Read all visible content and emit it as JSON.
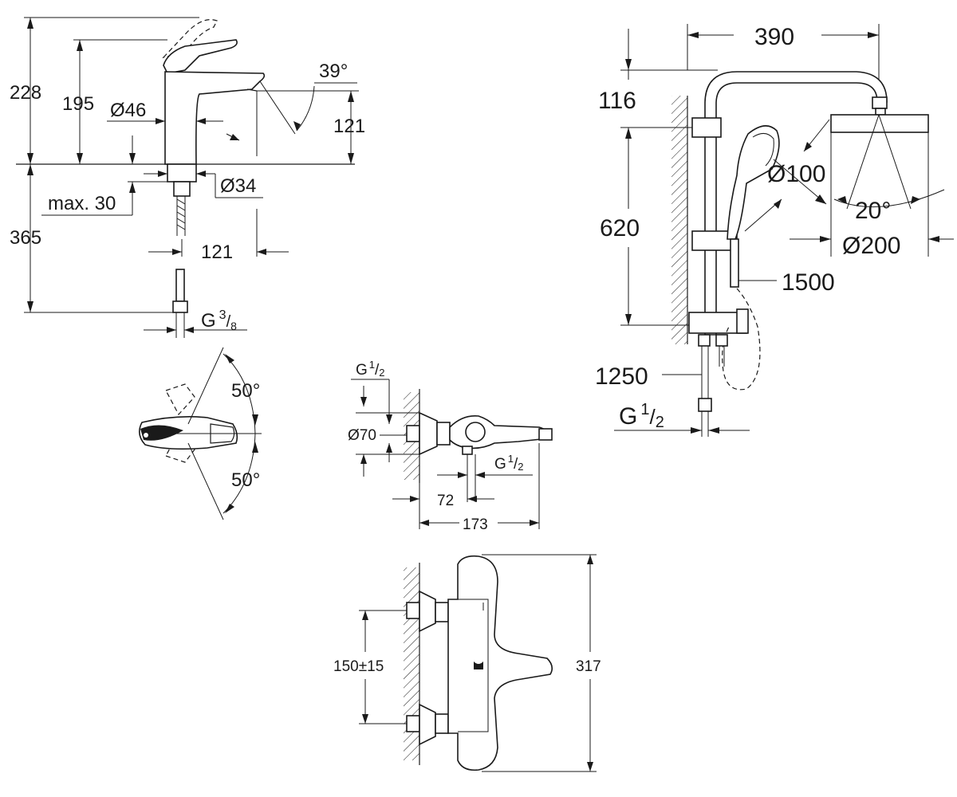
{
  "basin_mixer": {
    "height_total": "228",
    "height_spout": "195",
    "spout_angle": "39°",
    "body_diameter": "Ø46",
    "spout_height": "121",
    "shank_diameter": "Ø34",
    "deck_thickness": "max. 30",
    "below_deck_length": "365",
    "spout_reach": "121",
    "hose_thread_prefix": "G",
    "hose_thread_num": "3",
    "hose_thread_den": "8"
  },
  "basin_mixer_top": {
    "rotation_top": "50°",
    "rotation_bottom": "50°"
  },
  "shower_system": {
    "arm_reach": "390",
    "top_offset": "116",
    "rail_length": "620",
    "hand_shower_diameter": "Ø100",
    "head_tilt": "20°",
    "head_diameter": "Ø200",
    "hose_length": "1500",
    "min_height": "1250",
    "inlet_prefix": "G",
    "inlet_num": "1",
    "inlet_den": "2"
  },
  "bath_thermostat_side": {
    "inlet_top_prefix": "G",
    "inlet_top_num": "1",
    "inlet_top_den": "2",
    "flange_diameter": "Ø70",
    "outlet_prefix": "G",
    "outlet_num": "1",
    "outlet_den": "2",
    "outlet_offset": "72",
    "total_depth": "173"
  },
  "bath_thermostat_front": {
    "inlet_spacing": "150±15",
    "total_height": "317"
  }
}
